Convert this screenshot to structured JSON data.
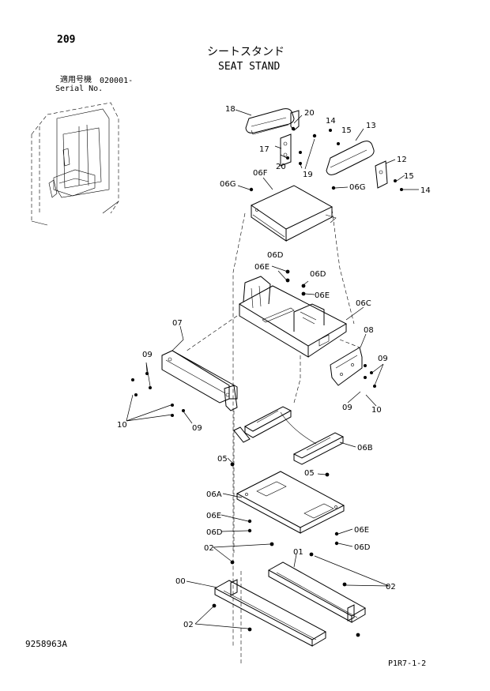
{
  "page_number": "209",
  "title_jp": "シートスタンド",
  "title_en": "SEAT STAND",
  "serial": {
    "label_jp": "適用号機",
    "value": "020001-",
    "label_en": "Serial No."
  },
  "figure_code": "9258963A",
  "page_ref": "P1R7-1-2",
  "callouts": [
    "00",
    "01",
    "02",
    "05",
    "06A",
    "06B",
    "06C",
    "06D",
    "06E",
    "06F",
    "06G",
    "07",
    "08",
    "09",
    "10",
    "12",
    "13",
    "14",
    "15",
    "17",
    "18",
    "19",
    "20"
  ]
}
